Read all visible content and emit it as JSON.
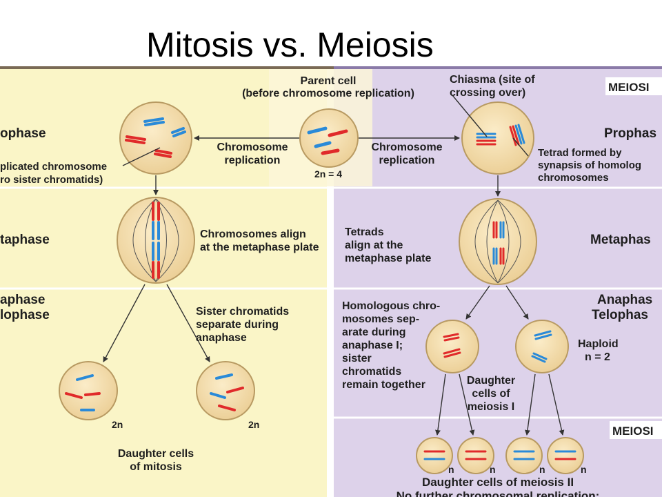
{
  "title": "Mitosis vs. Meiosis",
  "parent": {
    "label_line1": "Parent cell",
    "label_line2": "(before chromosome replication)",
    "ploidy": "2n = 4"
  },
  "mitosis": {
    "prophase_label": "ophase",
    "replicated_line1": "plicated chromosome",
    "replicated_line2": "ro sister chromatids)",
    "replication_line1": "Chromosome",
    "replication_line2": "replication",
    "metaphase_label": "taphase",
    "metaphase_note_line1": "Chromosomes align",
    "metaphase_note_line2": "at the metaphase plate",
    "anaphase_label_line1": "aphase",
    "anaphase_label_line2": "lophase",
    "anaphase_note_line1": "Sister chromatids",
    "anaphase_note_line2": "separate during",
    "anaphase_note_line3": "anaphase",
    "daughter_ploidy_left": "2n",
    "daughter_ploidy_right": "2n",
    "daughter_label_line1": "Daughter cells",
    "daughter_label_line2": "of mitosis"
  },
  "meiosis": {
    "header_1": "MEIOSI",
    "header_2": "MEIOSI",
    "chiasma_line1": "Chiasma (site of",
    "chiasma_line2": "crossing over)",
    "replication_line1": "Chromosome",
    "replication_line2": "replication",
    "prophase_label": "Prophas",
    "tetrad_line1": "Tetrad formed by",
    "tetrad_line2": "synapsis of homolog",
    "tetrad_line3": "chromosomes",
    "tetrads_line1": "Tetrads",
    "tetrads_line2": "align at the",
    "tetrads_line3": "metaphase plate",
    "metaphase_label": "Metaphas",
    "anaphase_label_line1": "Anaphas",
    "anaphase_label_line2": "Telophas",
    "homologous_line1": "Homologous chro-",
    "homologous_line2": "mosomes sep-",
    "homologous_line3": "arate during",
    "homologous_line4": "anaphase I;",
    "homologous_line5": "sister",
    "homologous_line6": "chromatids",
    "homologous_line7": "remain together",
    "haploid_line1": "Haploid",
    "haploid_line2": "n = 2",
    "daughter1_line1": "Daughter",
    "daughter1_line2": "cells of",
    "daughter1_line3": "meiosis I",
    "n_labels": [
      "n",
      "n",
      "n",
      "n"
    ],
    "daughter2_label": "Daughter cells of meiosis II",
    "footer_partial": "No further chromosomal replication;"
  },
  "colors": {
    "mitosis_bg": "#faf5c7",
    "meiosis_bg": "#ddd2ea",
    "cell_fill": "#f3dca6",
    "cell_stroke": "#b89a62",
    "chromosome_red": "#e02a2a",
    "chromosome_blue": "#2a8ad8"
  }
}
